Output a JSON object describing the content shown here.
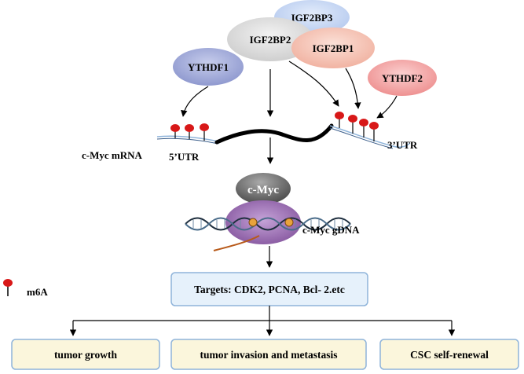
{
  "readers": {
    "igf2bp3": "IGF2BP3",
    "igf2bp2": "IGF2BP2",
    "igf2bp1": "IGF2BP1",
    "ythdf1": "YTHDF1",
    "ythdf2": "YTHDF2"
  },
  "mrna": {
    "label": "c-Myc mRNA",
    "utr5": "5’UTR",
    "utr3": "3’UTR"
  },
  "protein": {
    "label": "c-Myc"
  },
  "gdna": {
    "label": "c-Myc gDNA"
  },
  "legend": {
    "m6a_label": "m6A"
  },
  "targets": {
    "label": "Targets: CDK2, PCNA, Bcl- 2.etc"
  },
  "outcomes": [
    {
      "label": "tumor growth"
    },
    {
      "label": "tumor invasion and metastasis"
    },
    {
      "label": "CSC self-renewal"
    }
  ],
  "colors": {
    "igf2bp3": "#c9daf5",
    "igf2bp2": "#e2e2e2",
    "igf2bp1": "#f7c6b8",
    "ythdf1": "#a8b1dc",
    "ythdf2": "#f4a9a9",
    "m6a": "#d81818",
    "utr_strand": "#8fb4da",
    "box_fill": "#e6f1fb",
    "outcome_fill": "#fbf6dc",
    "box_stroke": "#8fb4da",
    "protein": "#6e6e6e",
    "nucleosome": "#9b6fb6",
    "tail": "#b85a1a"
  }
}
